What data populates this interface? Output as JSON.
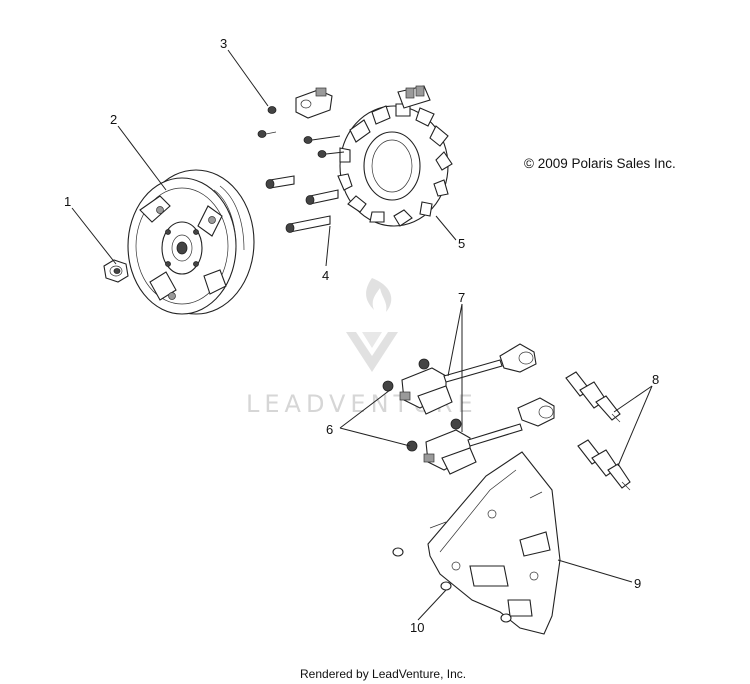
{
  "copyright": "© 2009 Polaris Sales Inc.",
  "watermark": "LEADVENTURE",
  "footer": "Rendered by LeadVenture, Inc.",
  "callouts": [
    {
      "id": "1",
      "text": "1"
    },
    {
      "id": "2",
      "text": "2"
    },
    {
      "id": "3",
      "text": "3"
    },
    {
      "id": "4",
      "text": "4"
    },
    {
      "id": "5",
      "text": "5"
    },
    {
      "id": "6",
      "text": "6"
    },
    {
      "id": "7",
      "text": "7"
    },
    {
      "id": "8",
      "text": "8"
    },
    {
      "id": "9",
      "text": "9"
    },
    {
      "id": "10",
      "text": "10"
    }
  ]
}
